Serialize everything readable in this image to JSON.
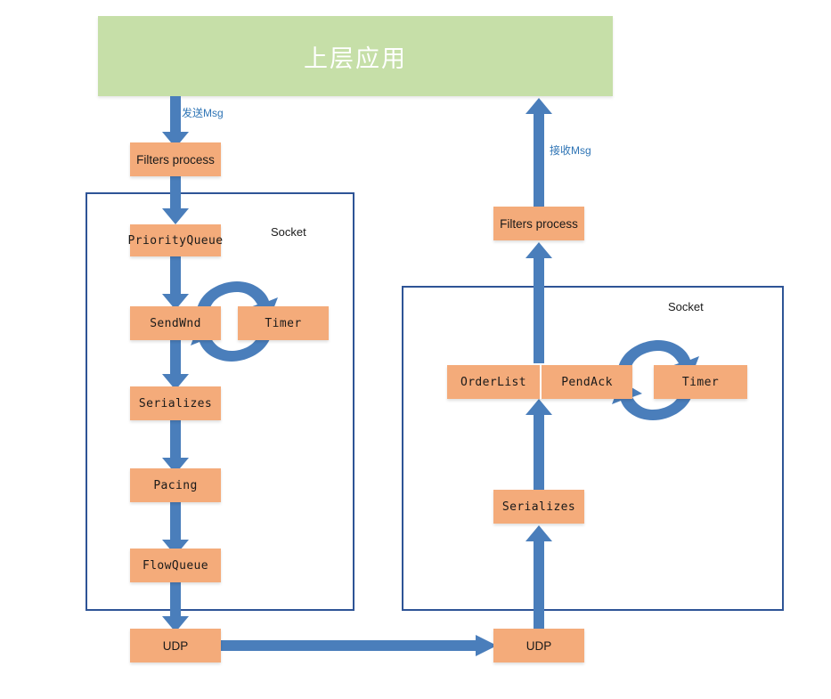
{
  "diagram": {
    "title_banner": "上层应用",
    "accent_orange": "#f4ab7a",
    "accent_green": "#c6dfa8",
    "accent_blue": "#4a7ebb",
    "group_border": "#2e5496",
    "label_blue": "#2e74b5"
  },
  "send_path": {
    "edge_label": "发送Msg",
    "group_label": "Socket",
    "nodes": {
      "filters": "Filters process",
      "priority_queue": "PriorityQueue",
      "send_wnd": "SendWnd",
      "timer": "Timer",
      "serializes": "Serializes",
      "pacing": "Pacing",
      "flow_queue": "FlowQueue",
      "udp": "UDP"
    }
  },
  "recv_path": {
    "edge_label": "接收Msg",
    "group_label": "Socket",
    "nodes": {
      "filters": "Filters process",
      "order_list": "OrderList",
      "pend_ack": "PendAck",
      "timer": "Timer",
      "serializes": "Serializes",
      "udp": "UDP"
    }
  }
}
